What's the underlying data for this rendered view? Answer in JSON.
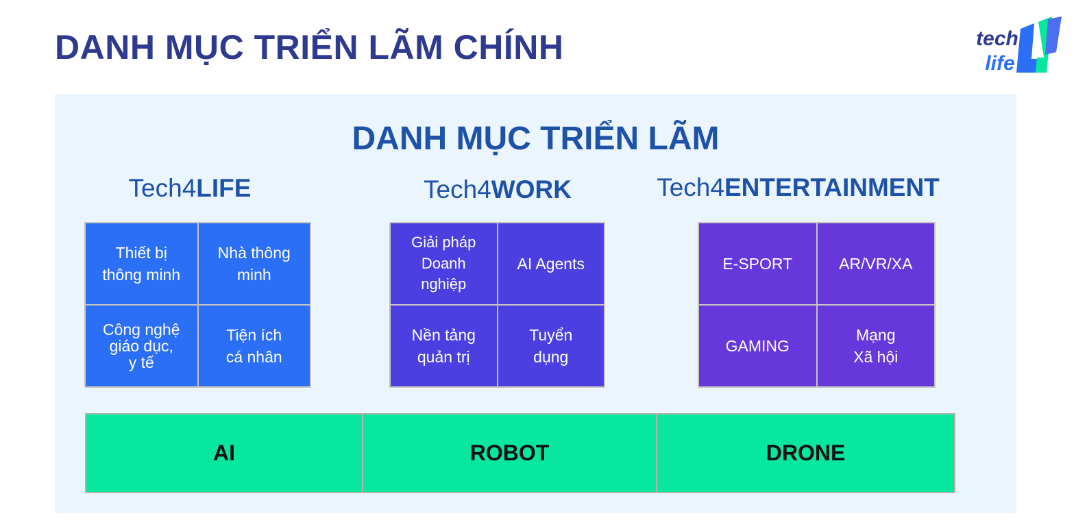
{
  "page": {
    "title": "DANH MỤC TRIỂN LÃM CHÍNH"
  },
  "logo": {
    "line1": "tech",
    "line2": "life"
  },
  "panel": {
    "title": "DANH MỤC TRIỂN LÃM"
  },
  "categories": [
    {
      "prefix": "Tech4",
      "name": "LIFE",
      "color": "#2b6ff6",
      "cells": [
        "Thiết bị\nthông minh",
        "Nhà thông\nminh",
        "Công nghệ\ngiáo dục,\ny tế",
        "Tiện ích\ncá nhân"
      ]
    },
    {
      "prefix": "Tech4",
      "name": "WORK",
      "color": "#4c3fe2",
      "cells": [
        "Giải pháp\nDoanh\nnghiệp",
        "AI Agents",
        "Nền tảng\nquản trị",
        "Tuyển\ndụng"
      ]
    },
    {
      "prefix": "Tech4",
      "name": "ENTERTAINMENT",
      "color": "#6637da",
      "cells": [
        "E-SPORT",
        "AR/VR/XA",
        "GAMING",
        "Mạng\nXã hội"
      ]
    }
  ],
  "foundation": {
    "color": "#08e79f",
    "items": [
      "AI",
      "ROBOT",
      "DRONE"
    ]
  },
  "colors": {
    "title": "#2d3a8f",
    "panel_title": "#1e52a8",
    "panel_bg": "#eaf5fd",
    "logo_text": "#2d3a8f",
    "logo_blue": "#2b6ff6",
    "logo_green": "#08e79f"
  }
}
